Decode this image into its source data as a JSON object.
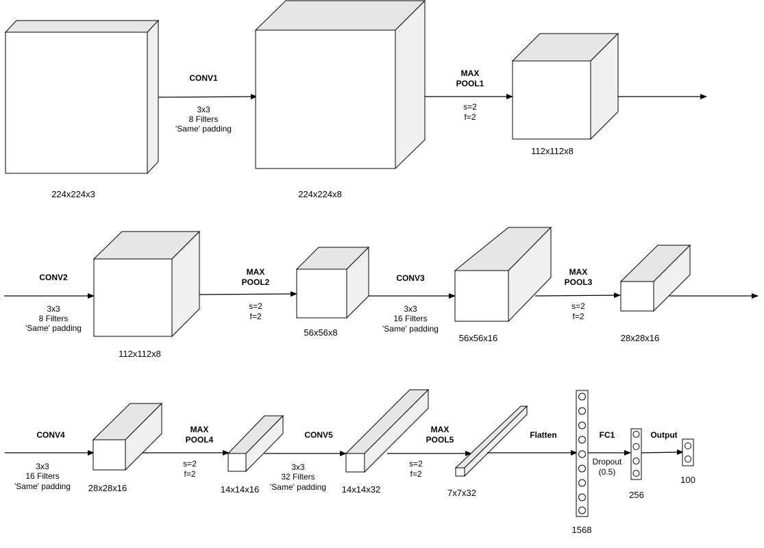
{
  "dims": {
    "in": "224x224x3",
    "c1": "224x224x8",
    "p1": "112x112x8",
    "c2": "112x112x8",
    "p2": "56x56x8",
    "c3": "56x56x16",
    "p3": "28x28x16",
    "c4": "28x28x16",
    "p4": "14x14x16",
    "c5": "14x14x32",
    "p5": "7x7x32",
    "flat": "1568",
    "fc1": "256",
    "out": "100"
  },
  "ops": {
    "conv1": {
      "name": "CONV1",
      "l1": "3x3",
      "l2": "8 Filters",
      "l3": "'Same' padding"
    },
    "pool1": {
      "n1": "MAX",
      "n2": "POOL1",
      "s": "s=2",
      "f": "f=2"
    },
    "conv2": {
      "name": "CONV2",
      "l1": "3x3",
      "l2": "8 Filters",
      "l3": "'Same' padding"
    },
    "pool2": {
      "n1": "MAX",
      "n2": "POOL2",
      "s": "s=2",
      "f": "f=2"
    },
    "conv3": {
      "name": "CONV3",
      "l1": "3x3",
      "l2": "16 Filters",
      "l3": "'Same' padding"
    },
    "pool3": {
      "n1": "MAX",
      "n2": "POOL3",
      "s": "s=2",
      "f": "f=2"
    },
    "conv4": {
      "name": "CONV4",
      "l1": "3x3",
      "l2": "16 Filters",
      "l3": "'Same' padding"
    },
    "pool4": {
      "n1": "MAX",
      "n2": "POOL4",
      "s": "s=2",
      "f": "f=2"
    },
    "conv5": {
      "name": "CONV5",
      "l1": "3x3",
      "l2": "32 Filters",
      "l3": "'Same' padding"
    },
    "pool5": {
      "n1": "MAX",
      "n2": "POOL5",
      "s": "s=2",
      "f": "f=2"
    },
    "flatten": {
      "name": "Flatten"
    },
    "fc1": {
      "name": "FC1",
      "l1": "Dropout",
      "l2": "(0.5)"
    },
    "output": {
      "name": "Output"
    }
  }
}
